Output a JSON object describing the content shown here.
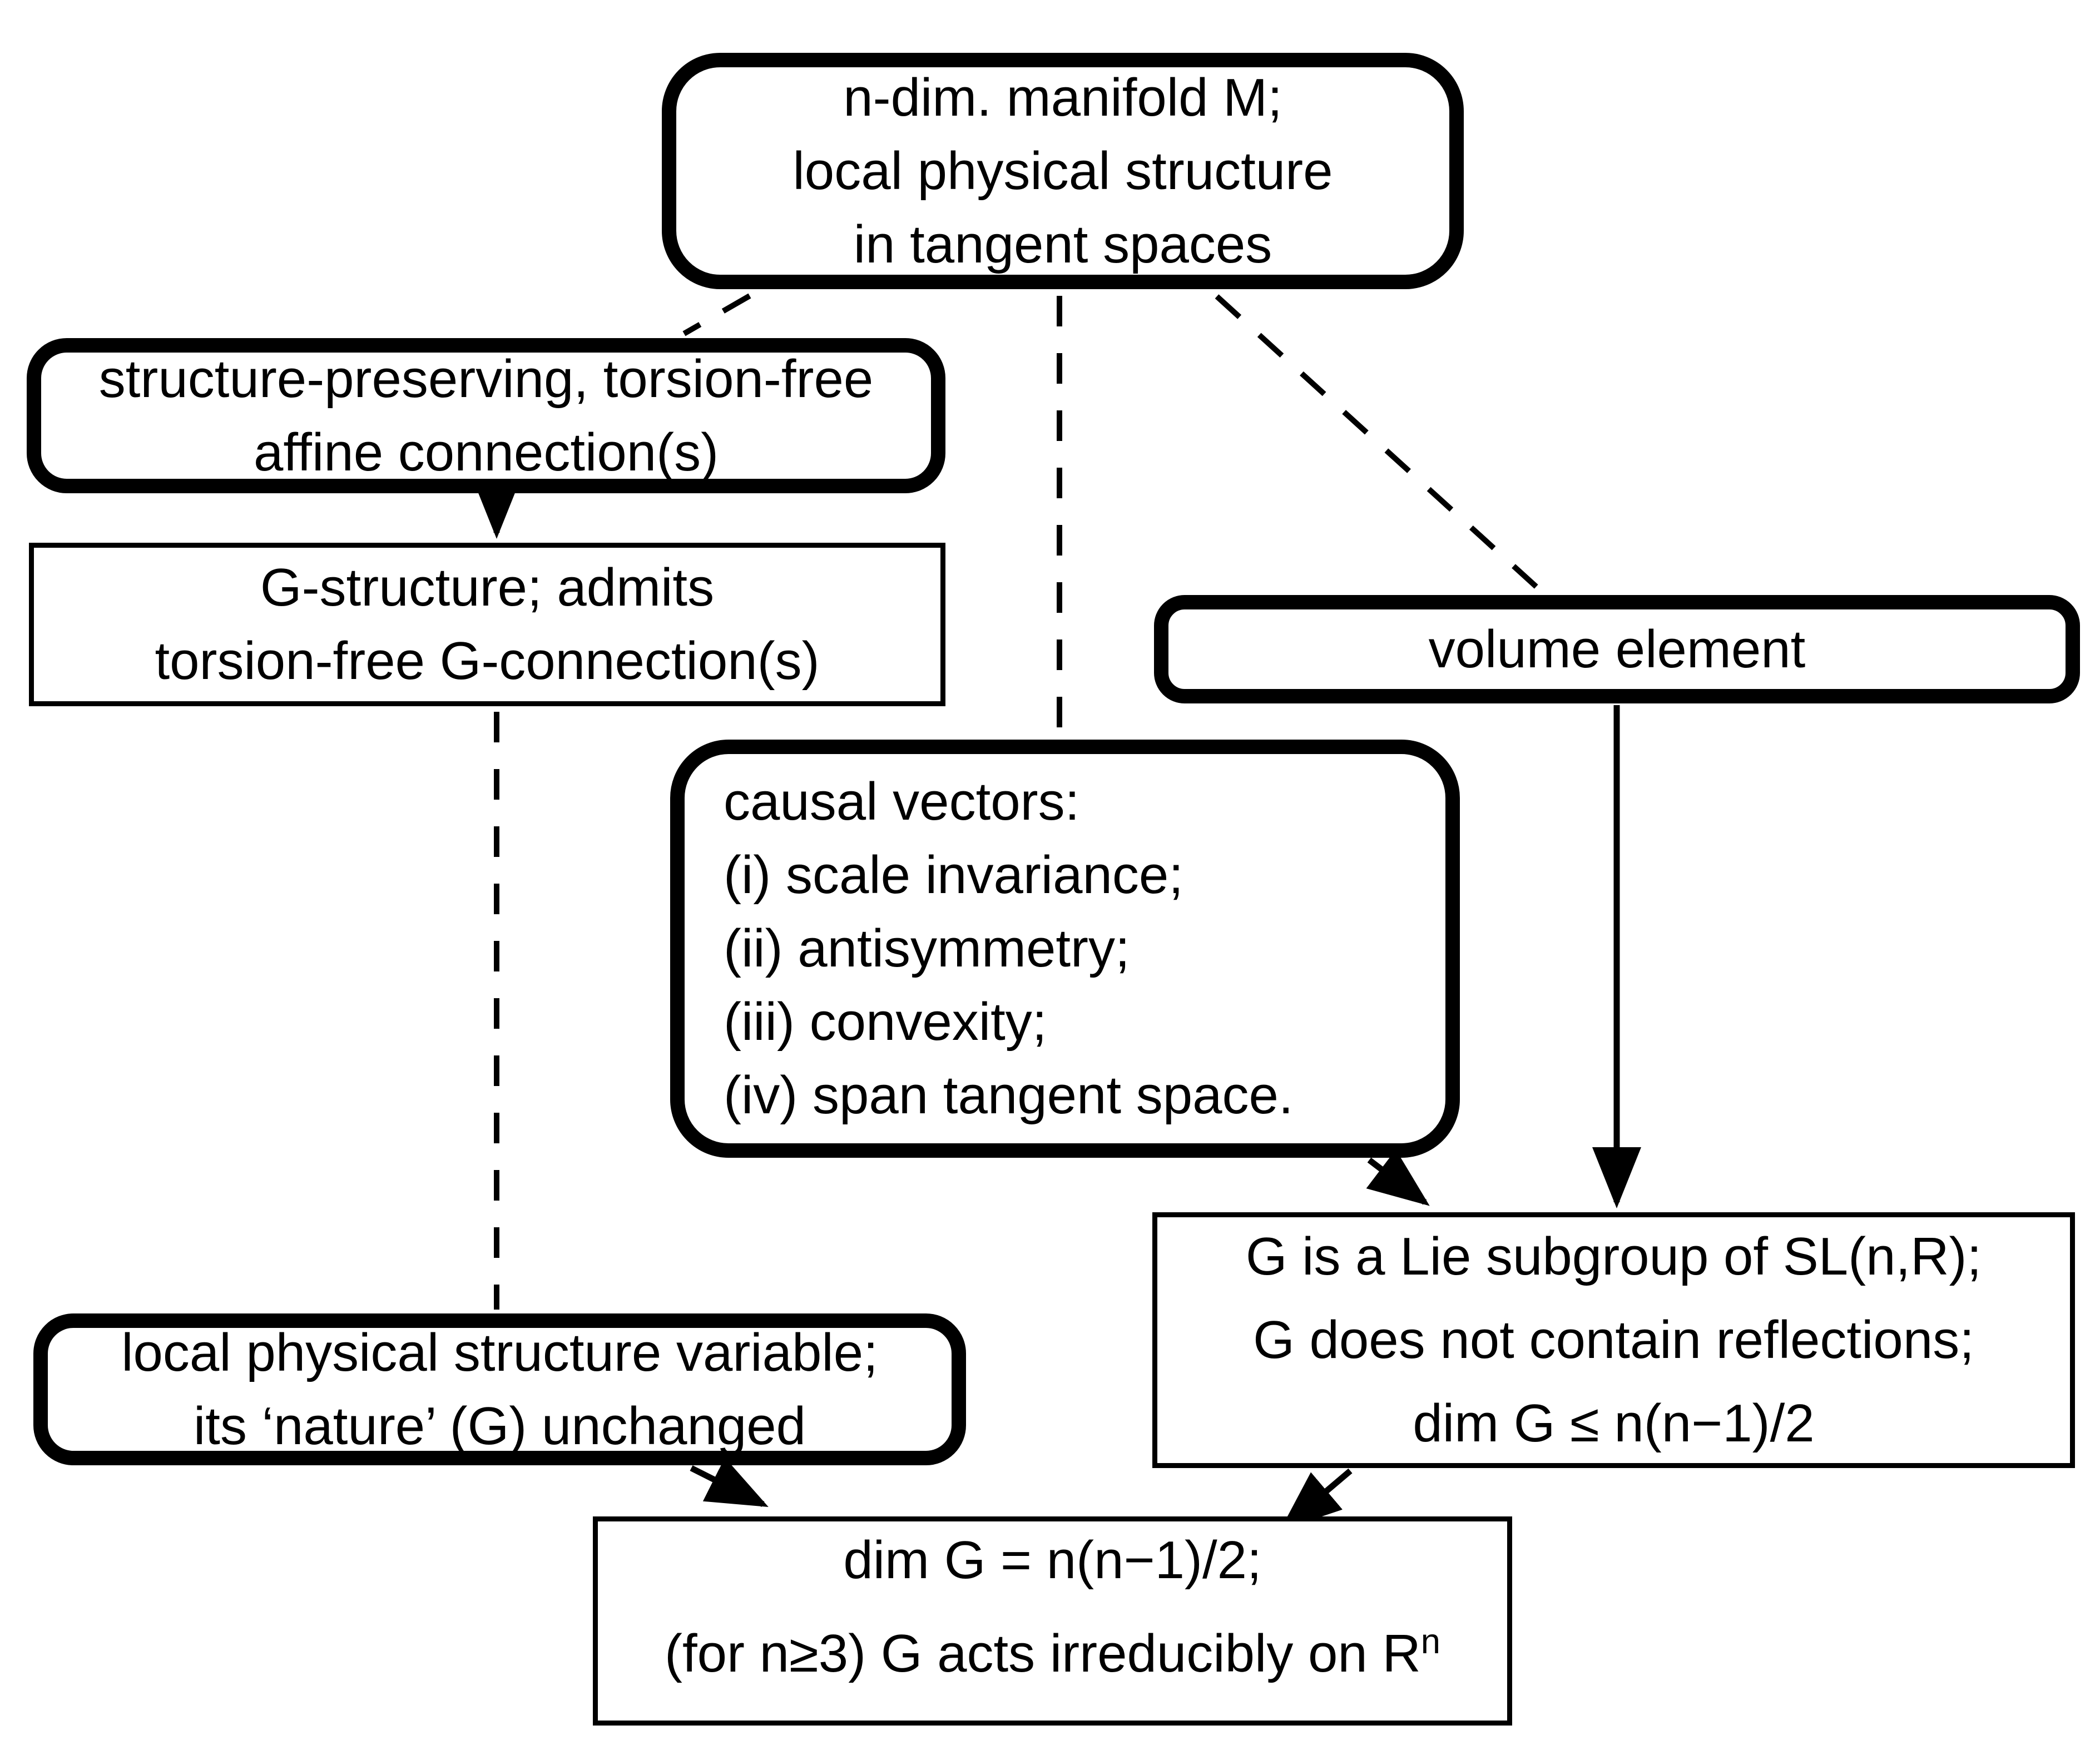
{
  "colors": {
    "ink": "#000000",
    "background": "#ffffff"
  },
  "boxes": {
    "manifold": {
      "lines": [
        "n-dim. manifold M;",
        "local physical structure",
        "in tangent spaces"
      ]
    },
    "affine": {
      "lines": [
        "structure-preserving, torsion-free",
        "affine connection(s)"
      ]
    },
    "gstructure": {
      "lines": [
        "G-structure; admits",
        "torsion-free G-connection(s)"
      ]
    },
    "volume": {
      "lines": [
        "volume element"
      ]
    },
    "causal": {
      "lines": [
        "causal vectors:",
        "(i) scale invariance;",
        "(ii) antisymmetry;",
        "(iii) convexity;",
        "(iv) span tangent space."
      ]
    },
    "lie": {
      "lines": [
        "G is a Lie subgroup of SL(n,R);",
        "G does not contain reflections;",
        "dim G ≤ n(n−1)/2"
      ]
    },
    "localvar": {
      "lines": [
        "local physical structure variable;",
        "its ‘nature’ (G) unchanged"
      ]
    },
    "dimg": {
      "line1": "dim G = n(n−1)/2;",
      "line2_main": "(for n≥3) G acts irreducibly on R",
      "line2_sup": "n"
    }
  }
}
